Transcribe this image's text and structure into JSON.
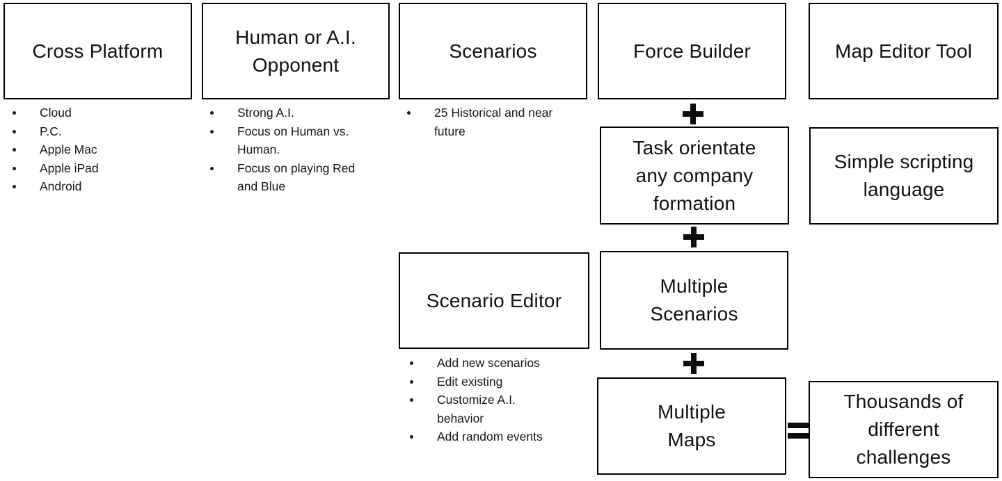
{
  "colors": {
    "background": "#ffffff",
    "border": "#000000",
    "text": "#111111"
  },
  "operators": {
    "plus": "+",
    "equals": "="
  },
  "top_row": [
    {
      "title": "Cross Platform",
      "bullets": [
        "Cloud",
        "P.C.",
        "Apple Mac",
        "Apple iPad",
        "Android"
      ]
    },
    {
      "title": "Human or A.I.\nOpponent",
      "bullets": [
        "Strong A.I.",
        "Focus on Human vs.\nHuman.",
        "Focus on playing Red\nand Blue"
      ]
    },
    {
      "title": "Scenarios",
      "bullets": [
        "25 Historical and near\nfuture"
      ]
    },
    {
      "title": "Force Builder",
      "bullets": []
    },
    {
      "title": "Map Editor Tool",
      "bullets": []
    }
  ],
  "force_chain": {
    "task_box": "Task orientate\nany company\nformation",
    "multiple_scenarios_box": "Multiple\nScenarios",
    "multiple_maps_box": "Multiple\nMaps",
    "result_box": "Thousands of\ndifferent\nchallenges"
  },
  "map_column": {
    "simple_scripting_box": "Simple scripting\nlanguage"
  },
  "scenario_editor": {
    "title": "Scenario Editor",
    "bullets": [
      "Add new scenarios",
      "Edit existing",
      "Customize A.I.\nbehavior",
      "Add random events"
    ]
  }
}
